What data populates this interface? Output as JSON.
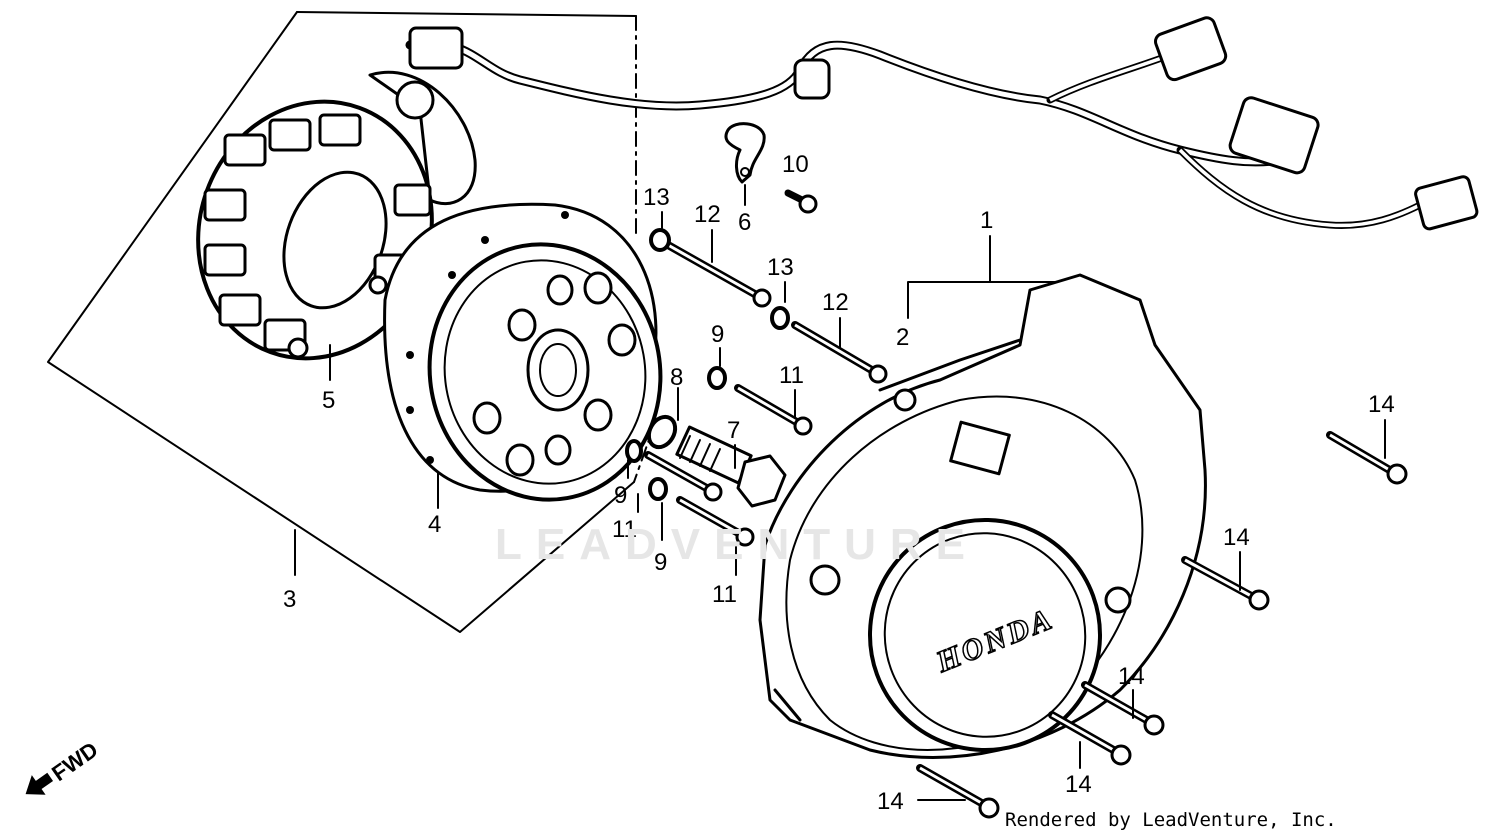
{
  "watermark": "LEADVENTURE",
  "credit": "Rendered by LeadVenture, Inc.",
  "direction_label": "FWD",
  "cover_brand": "HONDA",
  "callouts": [
    {
      "id": "1",
      "text": "1"
    },
    {
      "id": "2",
      "text": "2"
    },
    {
      "id": "3",
      "text": "3"
    },
    {
      "id": "4",
      "text": "4"
    },
    {
      "id": "5",
      "text": "5"
    },
    {
      "id": "6",
      "text": "6"
    },
    {
      "id": "7",
      "text": "7"
    },
    {
      "id": "8",
      "text": "8"
    },
    {
      "id": "9a",
      "text": "9"
    },
    {
      "id": "9b",
      "text": "9"
    },
    {
      "id": "9c",
      "text": "9"
    },
    {
      "id": "10",
      "text": "10"
    },
    {
      "id": "11a",
      "text": "11"
    },
    {
      "id": "11b",
      "text": "11"
    },
    {
      "id": "11c",
      "text": "11"
    },
    {
      "id": "12a",
      "text": "12"
    },
    {
      "id": "12b",
      "text": "12"
    },
    {
      "id": "13a",
      "text": "13"
    },
    {
      "id": "13b",
      "text": "13"
    },
    {
      "id": "14a",
      "text": "14"
    },
    {
      "id": "14b",
      "text": "14"
    },
    {
      "id": "14c",
      "text": "14"
    },
    {
      "id": "14d",
      "text": "14"
    },
    {
      "id": "14e",
      "text": "14"
    }
  ]
}
